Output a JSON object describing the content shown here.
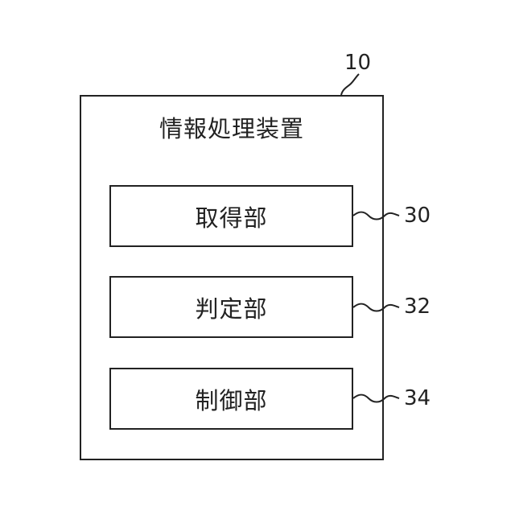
{
  "device": {
    "title": "情報処理装置",
    "ref": "10"
  },
  "units": [
    {
      "label": "取得部",
      "ref": "30"
    },
    {
      "label": "判定部",
      "ref": "32"
    },
    {
      "label": "制御部",
      "ref": "34"
    }
  ]
}
